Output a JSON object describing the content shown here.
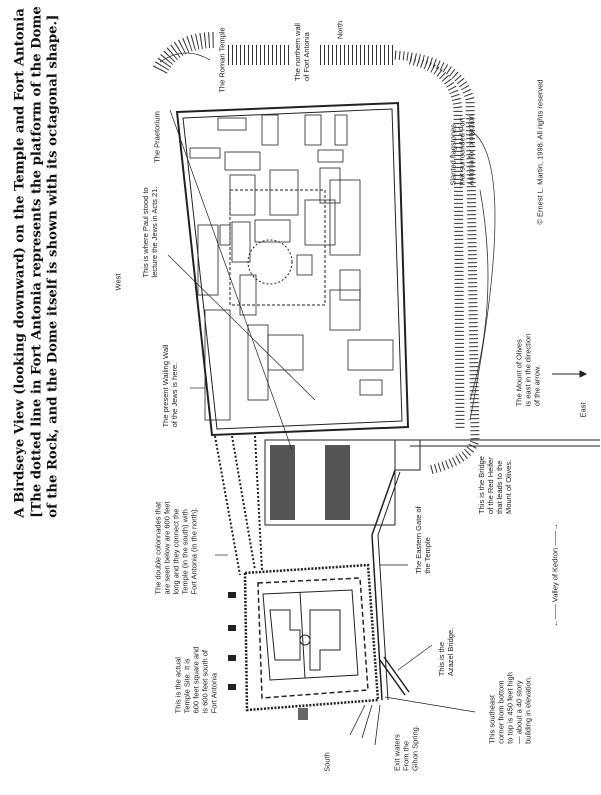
{
  "title": "A Birdseye View (looking downward) on the Temple and Fort Antonia\n[The dotted line in Fort Antonia represents the platform of the Dome\nof the Rock, and the Dome itself is shown with its octagonal shape.]",
  "compass": {
    "west": "West",
    "north": "North",
    "east": "East",
    "south": "South"
  },
  "labels": {
    "paul": "This is where Paul stood to\nlecture the Jews in Acts 21.",
    "praetorium": "The Praetorium",
    "wailing_wall": "The present Wailing Wall\nof the Jews is here.",
    "roman_temple": "The Roman Temple",
    "northern_wall": "The northern wall\nof Fort Antonia",
    "flagstones": "Slanted flagstones\nthat surrounded Fort\nAntonia for protection",
    "copyright": "© Ernest L. Martin, 1998. All rights reserved",
    "mount_olives": "The Mount of Olives\nis east in the direction\nof the arrow.",
    "colonnades": "The double colonnades that\nare seen below are 600 feet\nlong and they connect the\nTemple (in the south) with\nFort Antonia (in the north).",
    "temple_site": "This is the actual\nTemple Site. It is\n600 feet square and\nis 600 feet south of\nFort Antonia",
    "eastern_gate": "The Eastern Gate of\nthe Temple",
    "red_heifer": "This is the Bridge\nof the Red Heifer\nthat leads to the\nMount of Olives.",
    "kedron": "←—— Valley of Kedron ——→",
    "azazel": "This is the\nAzazel Bridge.",
    "southeast": "This southeast\ncorner from bottom\nto top is 450 feet high\n— about a 40 story\nbuilding in elevation.",
    "gihon": "Exit waters\nFrom the\nGihon Spring."
  }
}
